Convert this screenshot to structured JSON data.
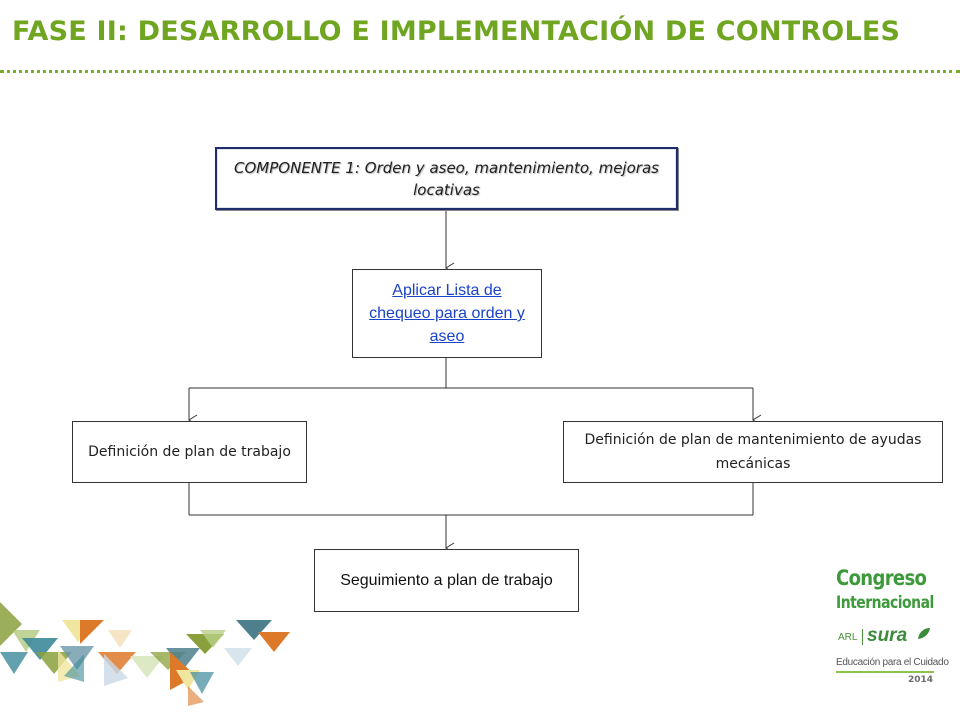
{
  "header": {
    "title": "FASE II:  DESARROLLO E IMPLEMENTACIÓN DE CONTROLES"
  },
  "flowchart": {
    "componente": "COMPONENTE 1: Orden y aseo, mantenimiento, mejoras locativas",
    "lista_link": "Aplicar Lista de chequeo para orden y aseo",
    "plan_trabajo": "Definición de plan de trabajo",
    "plan_mantenimiento": "Definición de plan de mantenimiento de ayudas mecánicas",
    "seguimiento": "Seguimiento a plan de trabajo"
  },
  "branding": {
    "logo_line1": "Congreso",
    "logo_line2": "Internacional",
    "arl": "ARL",
    "sura": "sura",
    "tagline": "Educación para el Cuidado",
    "year": "2014",
    "colors": {
      "title_green": "#6fa520",
      "logo_green": "#3d9a3b",
      "link_blue": "#1a43c8",
      "component_border": "#1f2d6b",
      "deco_teal": "#3d8a9a",
      "deco_orange": "#dd7a2a",
      "deco_olive": "#8aa03c",
      "deco_yellow": "#f1e6a0"
    }
  }
}
